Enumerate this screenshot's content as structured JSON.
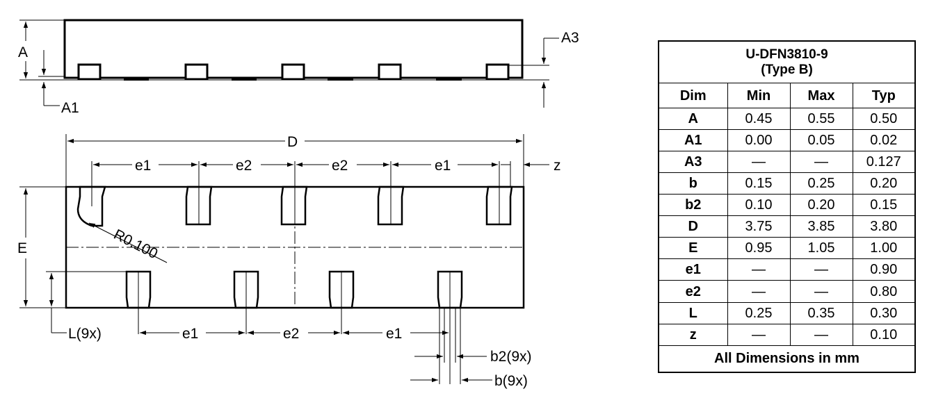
{
  "drawing": {
    "labels": {
      "A": "A",
      "A1": "A1",
      "A3": "A3",
      "D": "D",
      "E": "E",
      "e1": "e1",
      "e2": "e2",
      "z": "z",
      "radius": "R0.100",
      "L": "L(9x)",
      "b2": "b2(9x)",
      "b": "b(9x)"
    }
  },
  "table": {
    "title_line1": "U-DFN3810-9",
    "title_line2": "(Type B)",
    "headers": [
      "Dim",
      "Min",
      "Max",
      "Typ"
    ],
    "rows": [
      [
        "A",
        "0.45",
        "0.55",
        "0.50"
      ],
      [
        "A1",
        "0.00",
        "0.05",
        "0.02"
      ],
      [
        "A3",
        "—",
        "—",
        "0.127"
      ],
      [
        "b",
        "0.15",
        "0.25",
        "0.20"
      ],
      [
        "b2",
        "0.10",
        "0.20",
        "0.15"
      ],
      [
        "D",
        "3.75",
        "3.85",
        "3.80"
      ],
      [
        "E",
        "0.95",
        "1.05",
        "1.00"
      ],
      [
        "e1",
        "—",
        "—",
        "0.90"
      ],
      [
        "e2",
        "—",
        "—",
        "0.80"
      ],
      [
        "L",
        "0.25",
        "0.35",
        "0.30"
      ],
      [
        "z",
        "—",
        "—",
        "0.10"
      ]
    ],
    "footer": "All Dimensions in mm"
  }
}
